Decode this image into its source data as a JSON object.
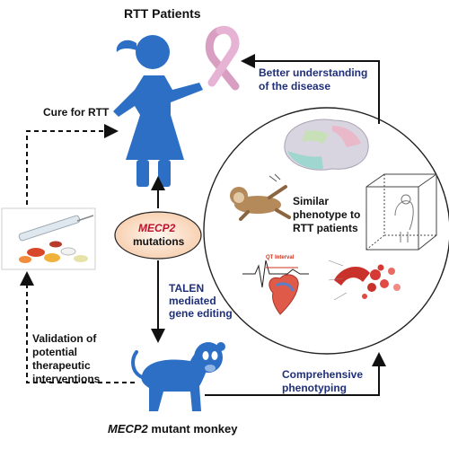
{
  "title": "RTT Patients",
  "cure_label": "Cure for RTT",
  "understanding": {
    "line1": "Better understanding",
    "line2": "of the disease"
  },
  "mutation": {
    "gene": "MECP2",
    "word": "mutations"
  },
  "talen": {
    "line1": "TALEN",
    "line2": "mediated",
    "line3": "gene editing"
  },
  "similar": {
    "line1": "Similar",
    "line2": "phenotype to",
    "line3": "RTT patients"
  },
  "validation": {
    "line1": "Validation of",
    "line2": "potential",
    "line3": "therapeutic",
    "line4": "interventions"
  },
  "phenotyping": {
    "line1": "Comprehensive",
    "line2": "phenotyping"
  },
  "monkey_label": {
    "gene": "MECP2",
    "rest": " mutant monkey"
  },
  "ecg_label": "QT Interval",
  "colors": {
    "figure_blue": "#2c6fc4",
    "navy_text": "#1f2f7a",
    "gene_red": "#c2102b",
    "ribbon_pink": "#e7b3d4"
  }
}
